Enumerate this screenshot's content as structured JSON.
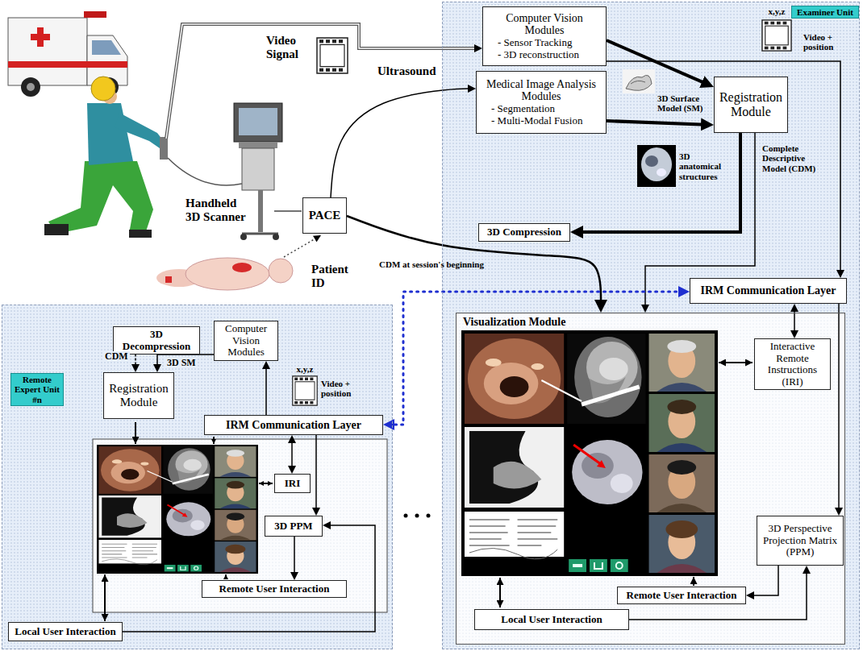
{
  "diagram": {
    "nodes": [
      {
        "text": [
          "PACE"
        ]
      },
      {
        "text": [
          "Examiner Unit"
        ]
      },
      {
        "text": [
          "Computer Vision Modules",
          "- Sensor Tracking",
          "- 3D reconstruction"
        ],
        "in": 1
      },
      {
        "text": [
          "Registration Module"
        ],
        "in": 1
      },
      {
        "text": [
          "Medical Image Analysis Modules",
          "- Segmentation",
          "- Multi-Modal Fusion"
        ],
        "in": 1
      },
      {
        "text": [
          "3D Compression"
        ],
        "in": 1
      },
      {
        "text": [
          "IRM Communication Layer"
        ],
        "in": 1
      },
      {
        "text": [
          "Visualization Module"
        ],
        "in": 1
      },
      {
        "text": [
          "Interactive Remote Instructions (IRI)"
        ],
        "in": 7
      },
      {
        "text": [
          "3D Perspective Projection Matrix (PPM)"
        ],
        "in": 7
      },
      {
        "text": [
          "Remote User Interaction"
        ],
        "in": 7
      },
      {
        "text": [
          "Local User Interaction"
        ],
        "in": 7
      },
      {
        "text": [
          "Remote Expert Unit #n"
        ]
      },
      {
        "text": [
          "3D Decompression"
        ],
        "in": 12
      },
      {
        "text": [
          "Computer Vision Modules"
        ],
        "in": 12
      },
      {
        "text": [
          "Registration Module"
        ],
        "in": 12
      },
      {
        "text": [
          "IRM Communication Layer"
        ],
        "in": 12
      },
      {
        "text": [
          "IRI"
        ],
        "in": 12
      },
      {
        "text": [
          "3D PPM"
        ],
        "in": 12
      },
      {
        "text": [
          "Remote User Interaction"
        ],
        "in": 12
      },
      {
        "text": [
          "Local User Interaction"
        ],
        "in": 12
      }
    ],
    "edges": [
      {
        "from": 0,
        "to": 4,
        "arrow": "to"
      },
      {
        "from": 0,
        "to": 7,
        "label": "CDM at session's beginning",
        "arrow": "to"
      },
      {
        "from": 2,
        "to": 3,
        "arrow": "to"
      },
      {
        "from": 4,
        "to": 3,
        "arrow": "to"
      },
      {
        "from": 2,
        "to": 6,
        "arrow": "to"
      },
      {
        "from": 3,
        "to": 5,
        "arrow": "to"
      },
      {
        "from": 3,
        "to": 7,
        "arrow": "to"
      },
      {
        "from": 6,
        "to": 16,
        "arrow": "both"
      },
      {
        "from": 6,
        "to": 8,
        "arrow": "both"
      },
      {
        "from": 6,
        "to": 9,
        "arrow": "to"
      },
      {
        "from": 11,
        "to": 9,
        "arrow": "to"
      },
      {
        "from": 9,
        "to": 10,
        "arrow": "to"
      },
      {
        "from": 13,
        "to": 15,
        "label": "CDM",
        "arrow": "to"
      },
      {
        "from": 14,
        "to": 15,
        "label": "3D SM",
        "arrow": "to"
      },
      {
        "from": 16,
        "to": 14,
        "arrow": "to"
      },
      {
        "from": 16,
        "to": 17,
        "arrow": "both"
      },
      {
        "from": 16,
        "to": 18,
        "arrow": "to"
      },
      {
        "from": 18,
        "to": 19,
        "arrow": "to"
      },
      {
        "from": 20,
        "to": 18,
        "arrow": "to"
      }
    ],
    "labels": [
      "Video Signal",
      "Ultrasound",
      "Handheld 3D Scanner",
      "Patient ID",
      "x,y,z",
      "Video + position",
      "3D Surface Model (SM)",
      "3D anatomical structures",
      "Complete Descriptive Model (CDM)",
      "x,y,z",
      "Video + position"
    ]
  }
}
